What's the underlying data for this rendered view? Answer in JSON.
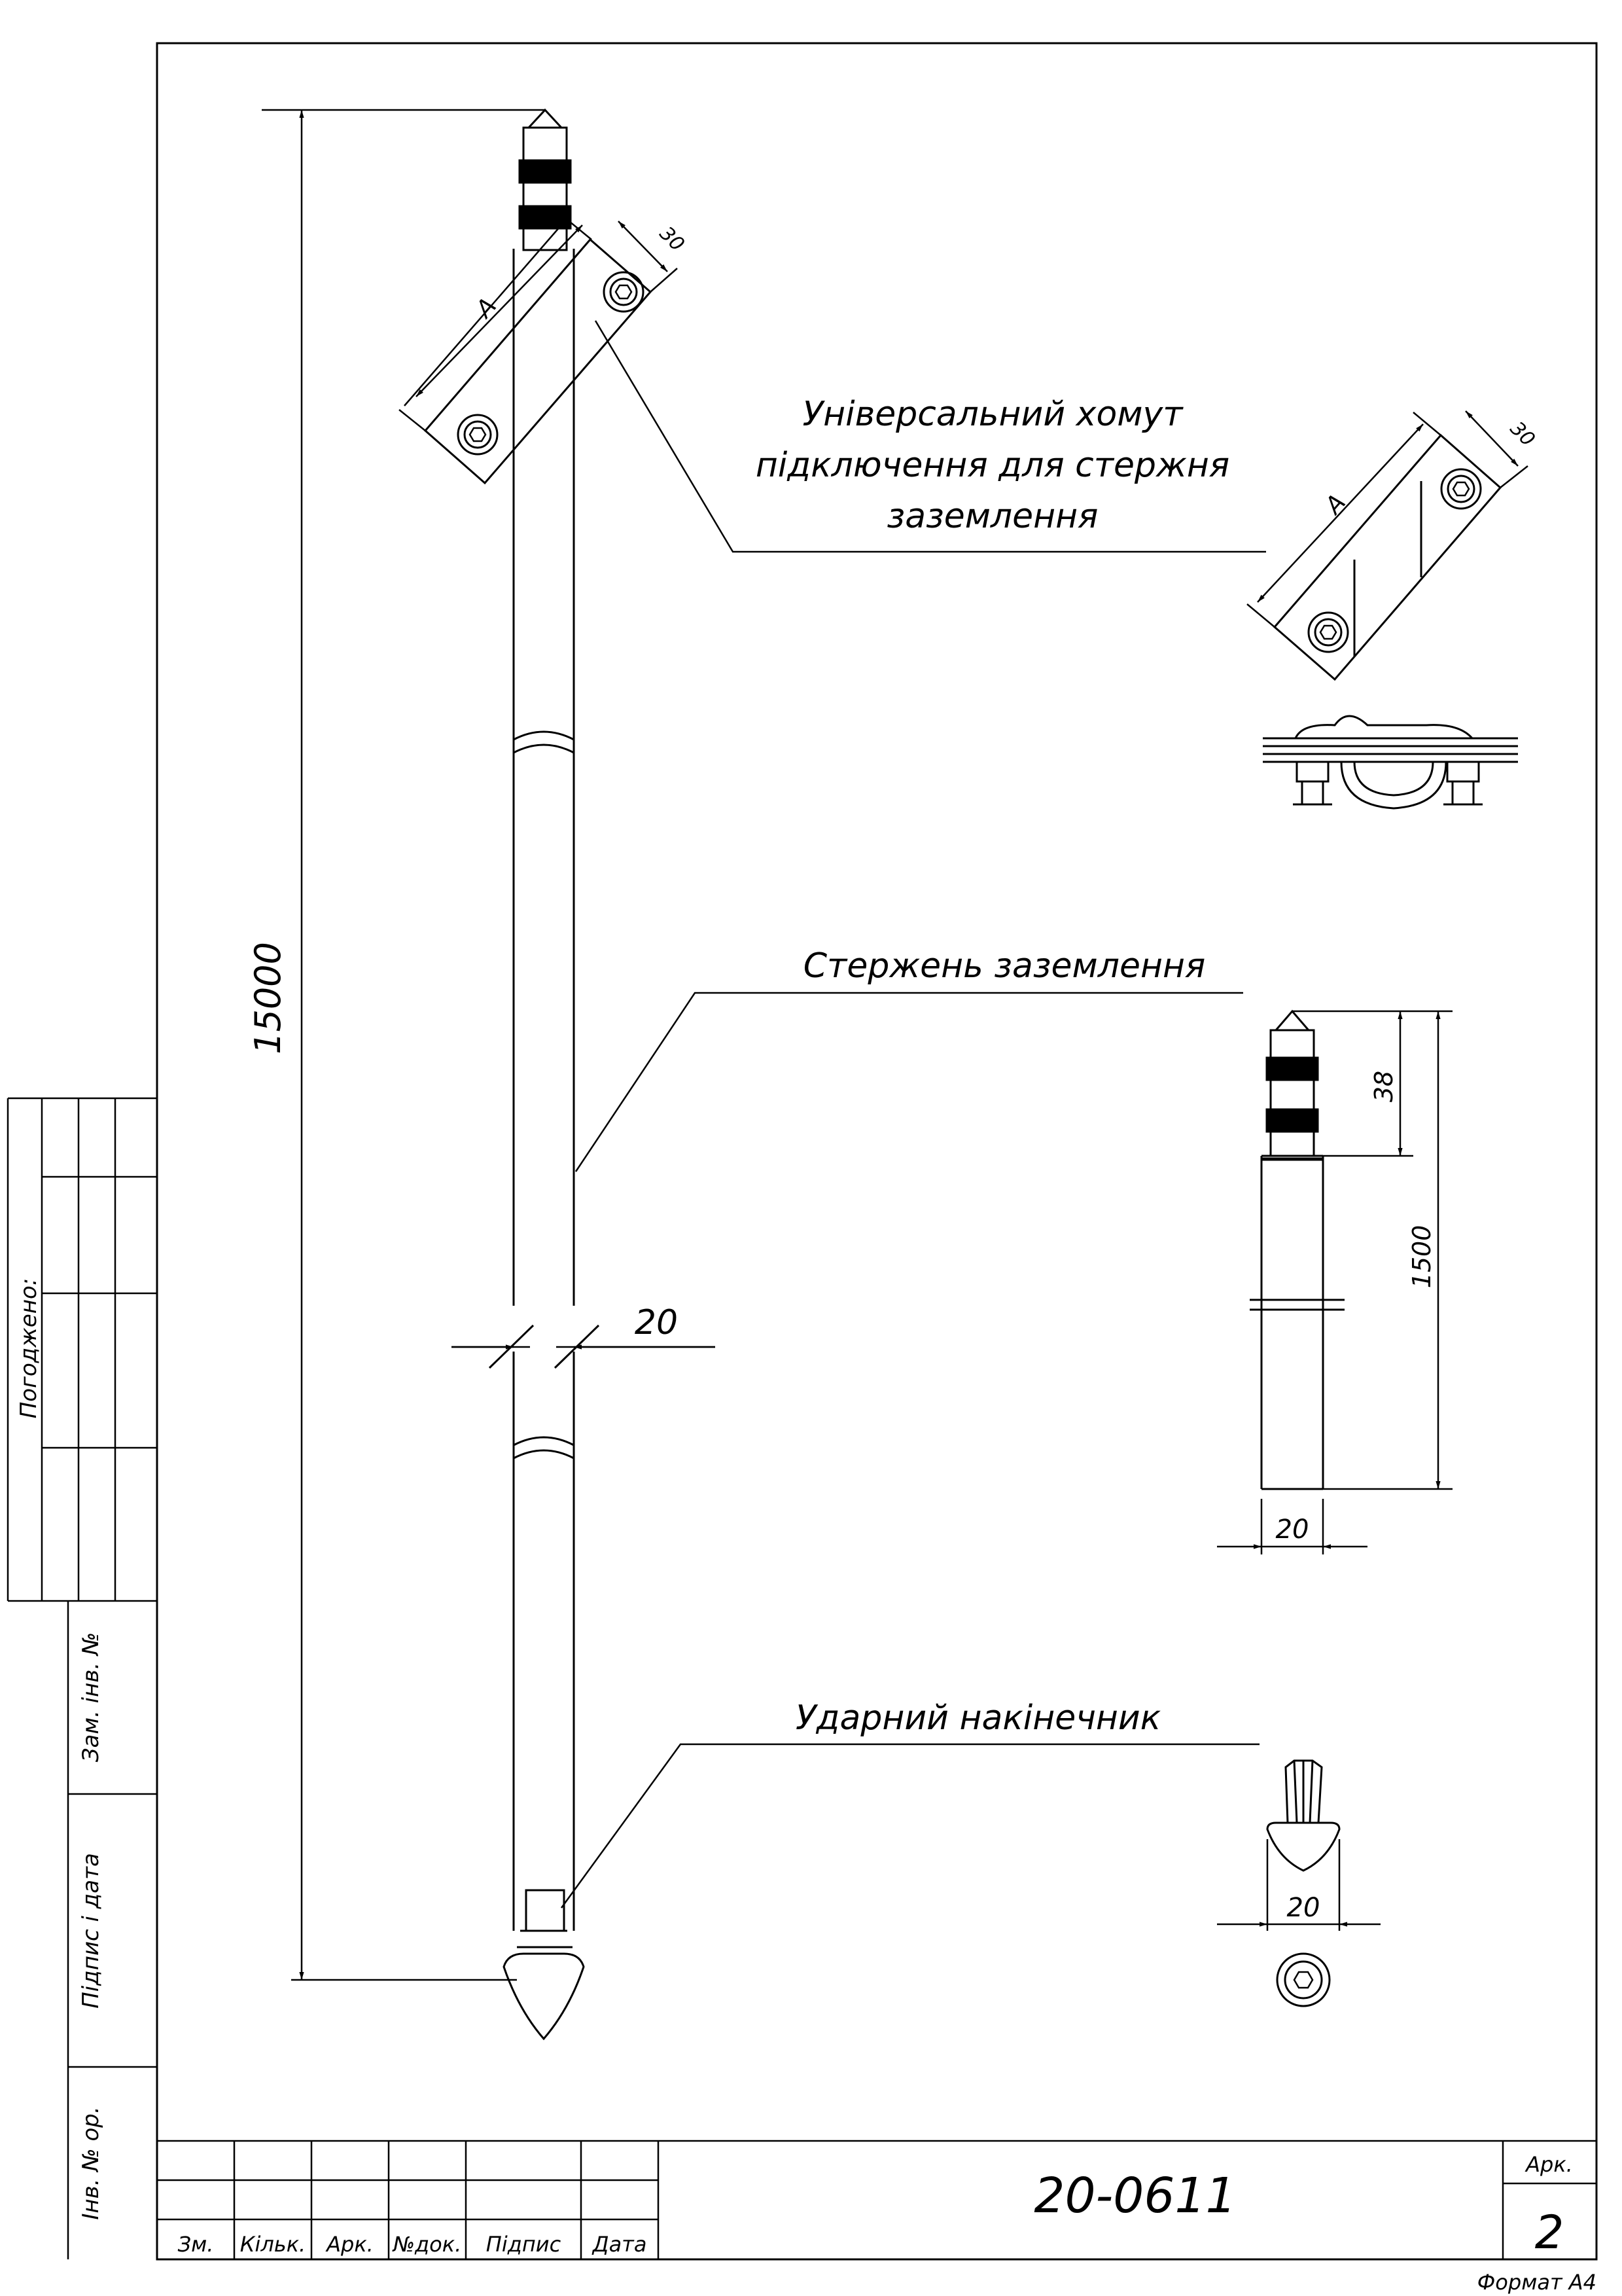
{
  "drawing": {
    "number": "20-0611",
    "sheet_label": "Арк.",
    "sheet_number": "2",
    "format": "Формат А4"
  },
  "title_block": {
    "columns": [
      "Зм.",
      "Кільк.",
      "Арк.",
      "№док.",
      "Підпис",
      "Дата"
    ]
  },
  "side_stamp": {
    "agreed": "Погоджено:",
    "replaced_inv": "Зам. інв. №",
    "sign_date": "Підпис і дата",
    "inv_orig": "Інв. № ор."
  },
  "callouts": {
    "clamp_line1": "Універсальний хомут",
    "clamp_line2": "підключення для стержня",
    "clamp_line3": "заземлення",
    "rod": "Стержень заземлення",
    "tip": "Ударний накінечник"
  },
  "dimensions": {
    "total_length": "15000",
    "rod_diameter": "20",
    "clamp_length_main": "A",
    "clamp_width_main": "30",
    "clamp_length_detail": "A",
    "clamp_width_detail": "30",
    "coupling_length": "38",
    "segment_length": "1500",
    "segment_diameter": "20",
    "tip_diameter": "20"
  }
}
